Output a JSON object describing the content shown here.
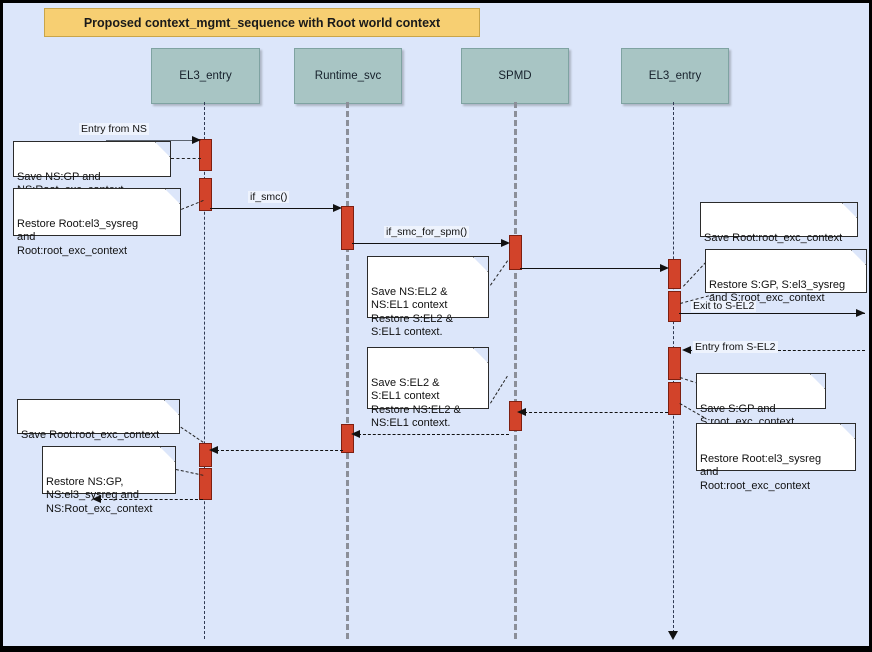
{
  "diagram": {
    "title": "Proposed context_mgmt_sequence with Root world context",
    "background_color": "#dce6fa",
    "title_color": "#f7cf72",
    "activation_color": "#d2432a",
    "lifeline_head_color": "#a8c5c4"
  },
  "lifelines": [
    {
      "label": "EL3_entry"
    },
    {
      "label": "Runtime_svc"
    },
    {
      "label": "SPMD"
    },
    {
      "label": "EL3_entry"
    }
  ],
  "messages": [
    {
      "label": "Entry from NS"
    },
    {
      "label": "if_smc()"
    },
    {
      "label": "if_smc_for_spm()"
    },
    {
      "label": "Exit to S-EL2"
    },
    {
      "label": "Entry from S-EL2"
    }
  ],
  "notes": [
    {
      "text": "Save NS:GP and\nNS:Root_exc_context"
    },
    {
      "text": "Restore Root:el3_sysreg\nand\nRoot:root_exc_context"
    },
    {
      "text": "Save NS:EL2 &\nNS:EL1 context\nRestore S:EL2 &\nS:EL1 context."
    },
    {
      "text": "Save Root:root_exc_context"
    },
    {
      "text": "Restore S:GP, S:el3_sysreg\nand S:root_exc_context"
    },
    {
      "text": "Save S:EL2 &\nS:EL1 context\nRestore NS:EL2 &\nNS:EL1 context."
    },
    {
      "text": "Save S:GP and\nS:root_exc_context"
    },
    {
      "text": "Restore Root:el3_sysreg\nand\nRoot:root_exc_context"
    },
    {
      "text": "Save Root:root_exc_context"
    },
    {
      "text": "Restore NS:GP,\nNS:el3_sysreg and\nNS:Root_exc_context"
    }
  ]
}
